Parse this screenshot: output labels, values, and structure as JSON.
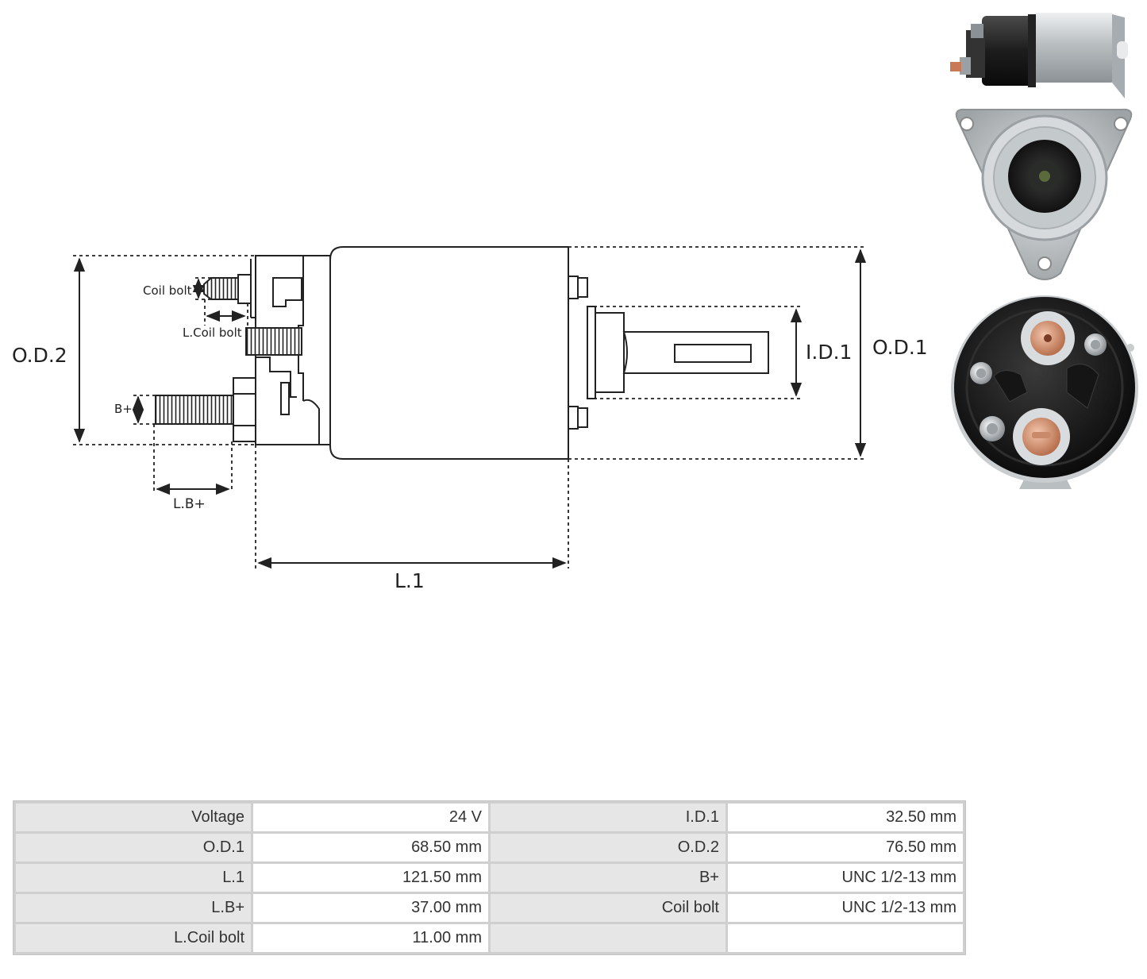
{
  "diagram": {
    "labels": {
      "coil_bolt": "Coil bolt",
      "l_coil_bolt": "L.Coil bolt",
      "b_plus": "B+",
      "l_b_plus": "L.B+",
      "l1": "L.1",
      "od2": "O.D.2",
      "od1": "O.D.1",
      "id1": "I.D.1"
    }
  },
  "photos": {
    "side_view": "solenoid-side-photo",
    "front_view": "solenoid-front-flange-photo",
    "rear_view": "solenoid-terminal-cap-photo"
  },
  "colors": {
    "line": "#222222",
    "housing": "#b8bcbe",
    "cap": "#1a1a1a",
    "copper": "#d9957a",
    "table_label_bg": "#e6e6e6",
    "table_border": "#cfcfcf"
  },
  "specs": {
    "rows": [
      {
        "label1": "Voltage",
        "value1": "24 V",
        "label2": "I.D.1",
        "value2": "32.50 mm"
      },
      {
        "label1": "O.D.1",
        "value1": "68.50 mm",
        "label2": "O.D.2",
        "value2": "76.50 mm"
      },
      {
        "label1": "L.1",
        "value1": "121.50 mm",
        "label2": "B+",
        "value2": "UNC 1/2-13 mm"
      },
      {
        "label1": "L.B+",
        "value1": "37.00 mm",
        "label2": "Coil bolt",
        "value2": "UNC 1/2-13 mm"
      },
      {
        "label1": "L.Coil bolt",
        "value1": "11.00 mm",
        "label2": "",
        "value2": ""
      }
    ]
  }
}
